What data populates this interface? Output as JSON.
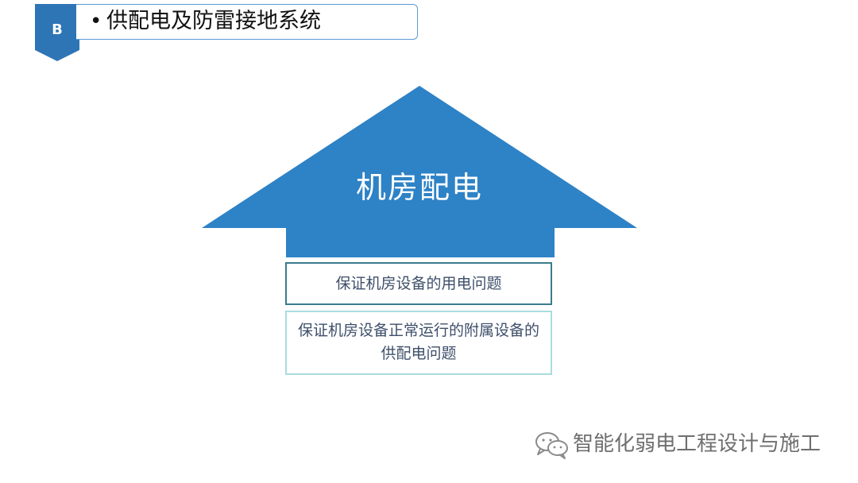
{
  "header": {
    "badge_letter": "B",
    "bullet": "•",
    "title": "供配电及防雷接地系统"
  },
  "diagram": {
    "arrow_label": "机房配电",
    "box1_text": "保证机房设备的用电问题",
    "box2_text": "保证机房设备正常运行的附属设备的供配电问题"
  },
  "watermark": {
    "icon": "wechat-icon",
    "text": "智能化弱电工程设计与施工"
  },
  "colors": {
    "badge": "#2e75b6",
    "arrow": "#2e82c6",
    "title_border": "#5b9bd5",
    "box1_border": "#3a7c8c",
    "box2_border": "#a9dce0",
    "box_text": "#3e4f6a"
  }
}
